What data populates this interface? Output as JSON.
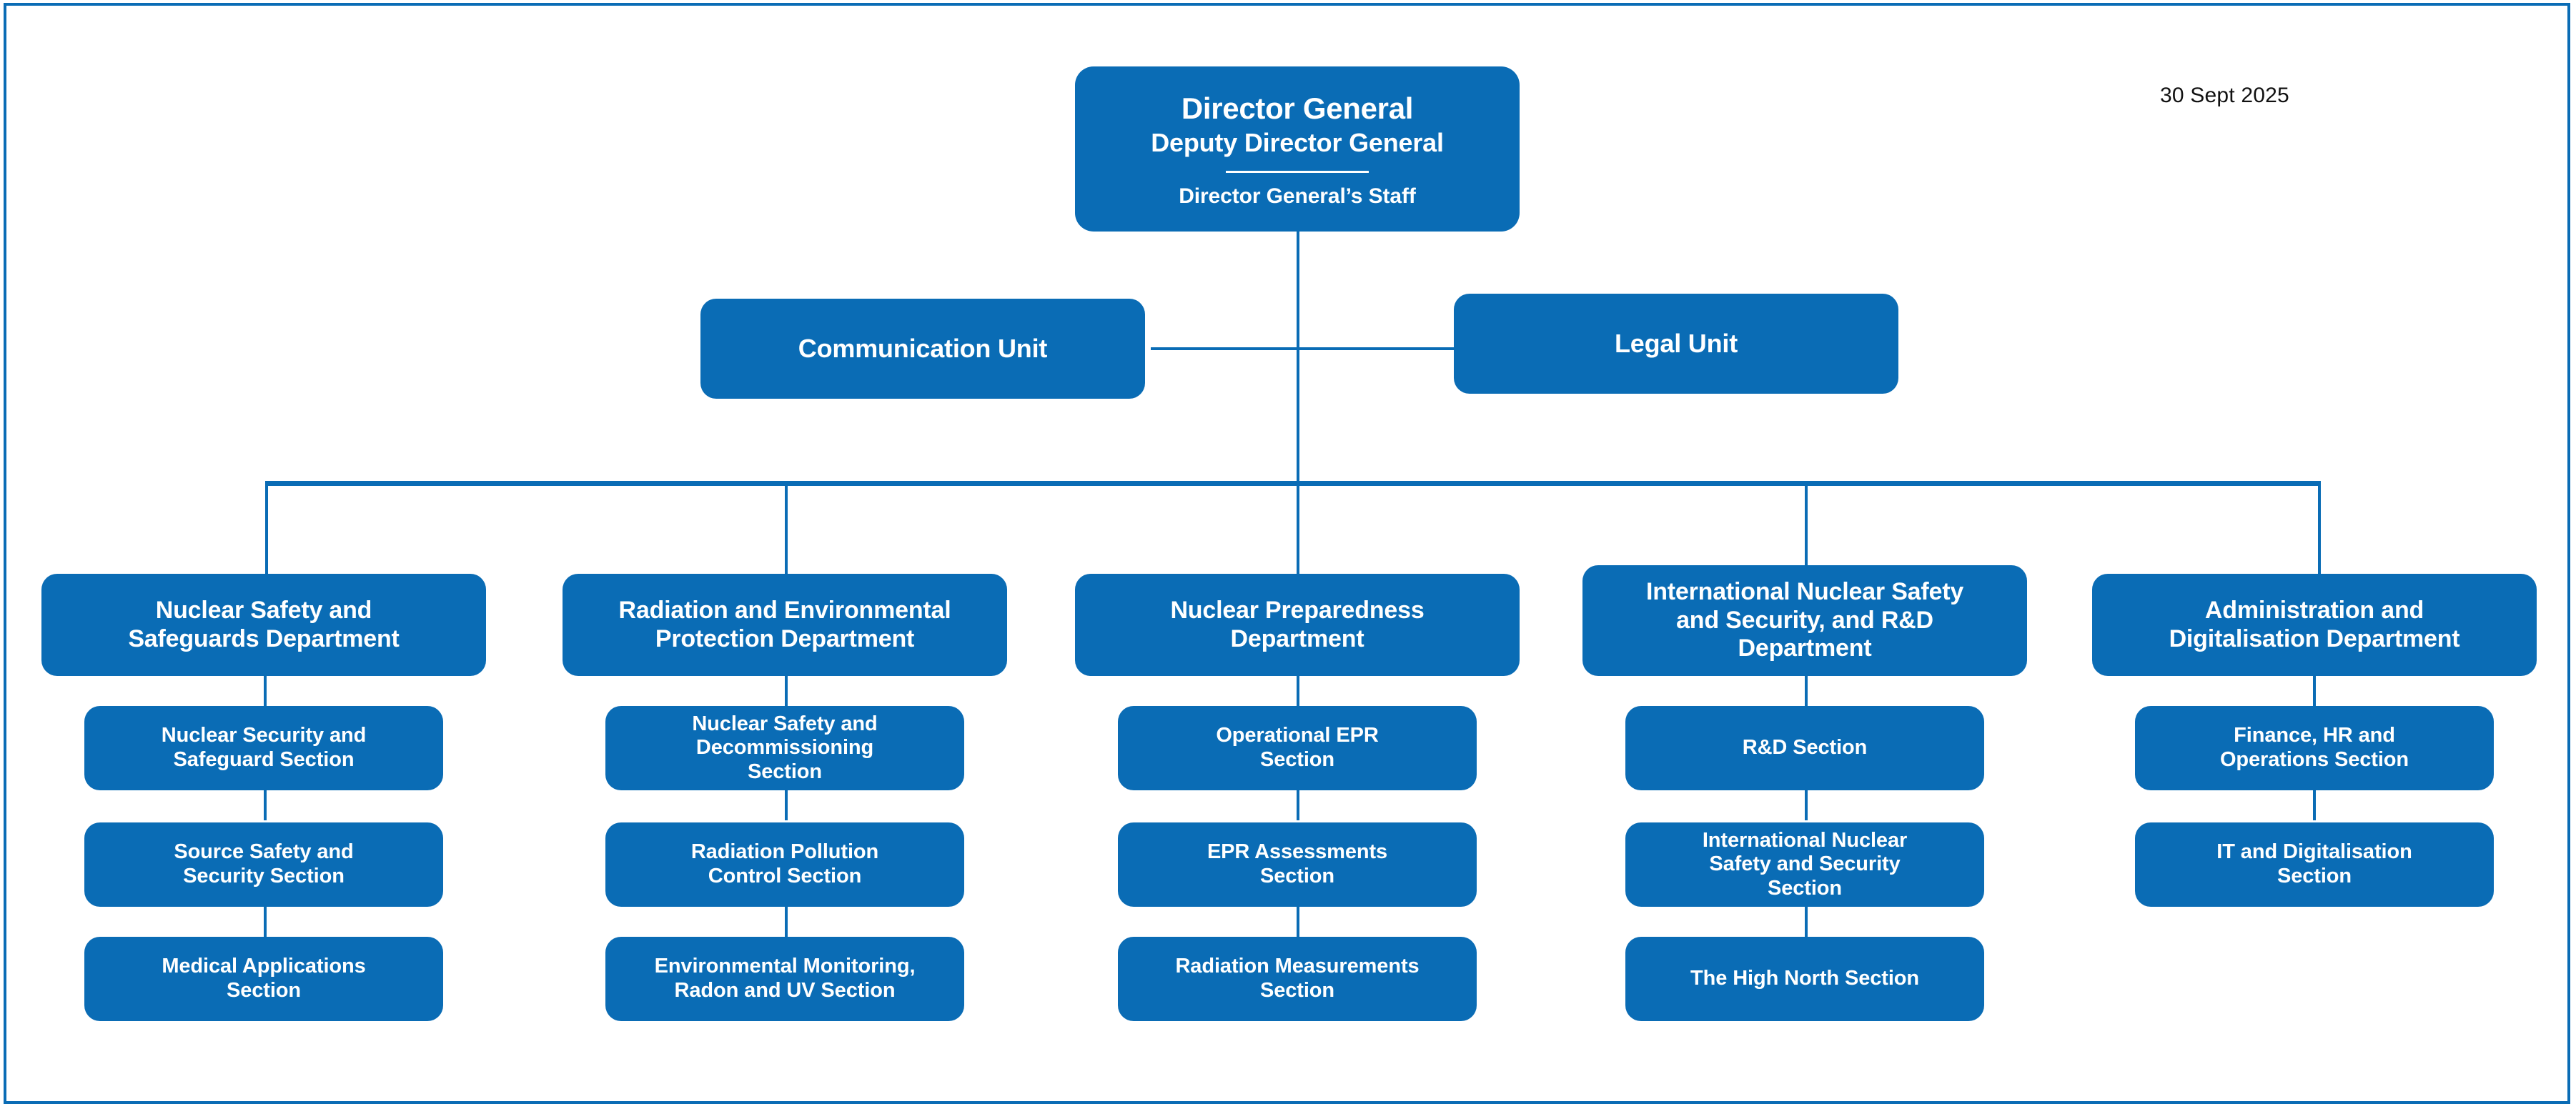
{
  "meta": {
    "date_stamp": "30 Sept 2025",
    "accent_color": "#0a6cb5",
    "box_text_color": "#ffffff",
    "background_color": "#ffffff"
  },
  "root": {
    "title": "Director General",
    "subtitle": "Deputy Director General",
    "staff": "Director General’s Staff"
  },
  "units": [
    {
      "label": "Communication Unit"
    },
    {
      "label": "Legal Unit"
    }
  ],
  "departments": [
    {
      "name_lines": [
        "Nuclear Safety and",
        "Safeguards Department"
      ],
      "sections": [
        {
          "lines": [
            "Nuclear Security and",
            "Safeguard Section"
          ]
        },
        {
          "lines": [
            "Source Safety and",
            "Security Section"
          ]
        },
        {
          "lines": [
            "Medical Applications",
            "Section"
          ]
        }
      ]
    },
    {
      "name_lines": [
        "Radiation and Environmental",
        "Protection Department"
      ],
      "sections": [
        {
          "lines": [
            "Nuclear Safety and",
            "Decommissioning",
            "Section"
          ]
        },
        {
          "lines": [
            "Radiation Pollution",
            "Control Section"
          ]
        },
        {
          "lines": [
            "Environmental Monitoring,",
            "Radon and UV Section"
          ]
        }
      ]
    },
    {
      "name_lines": [
        "Nuclear Preparedness",
        "Department"
      ],
      "sections": [
        {
          "lines": [
            "Operational EPR",
            "Section"
          ]
        },
        {
          "lines": [
            "EPR Assessments",
            "Section"
          ]
        },
        {
          "lines": [
            "Radiation Measurements",
            "Section"
          ]
        }
      ]
    },
    {
      "name_lines": [
        "International Nuclear Safety",
        "and Security, and R&D",
        "Department"
      ],
      "sections": [
        {
          "lines": [
            "R&D Section"
          ]
        },
        {
          "lines": [
            "International Nuclear",
            "Safety and Security",
            "Section"
          ]
        },
        {
          "lines": [
            "The High North Section"
          ]
        }
      ]
    },
    {
      "name_lines": [
        "Administration and",
        "Digitalisation Department"
      ],
      "sections": [
        {
          "lines": [
            "Finance, HR and",
            "Operations Section"
          ]
        },
        {
          "lines": [
            "IT and Digitalisation",
            "Section"
          ]
        }
      ]
    }
  ]
}
